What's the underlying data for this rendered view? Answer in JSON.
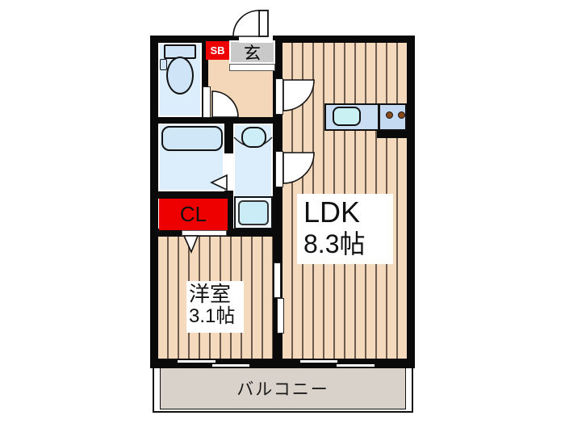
{
  "floorplan": {
    "title": "1K apartment floor plan",
    "rooms": {
      "ldk": {
        "name": "LDK",
        "size_label": "8.3帖"
      },
      "western_room": {
        "name": "洋室",
        "size_label": "3.1帖"
      },
      "balcony": {
        "label": "バルコニー"
      },
      "entrance": {
        "label": "玄"
      },
      "shoe_box": {
        "label": "SB"
      },
      "closet": {
        "label": "CL"
      }
    },
    "fixtures": [
      "toilet-fixture",
      "bathtub",
      "washbasin",
      "washing-machine-pan",
      "kitchen-counter-sink",
      "kitchen-stove-burners"
    ],
    "colors": {
      "wall": "#0a0a0a",
      "flooring": "#f5d9bd",
      "floor_stripe": "#46372d",
      "hallway": "#f4d6b9",
      "room_blue": "#dcedfb",
      "fixture_blue": "#cfe5f7",
      "fixture_cyan": "#c9eef4",
      "accent_red": "#ee0000",
      "genkan_gray": "#c9c9c9",
      "balcony_gray": "#d9d2ca"
    }
  }
}
